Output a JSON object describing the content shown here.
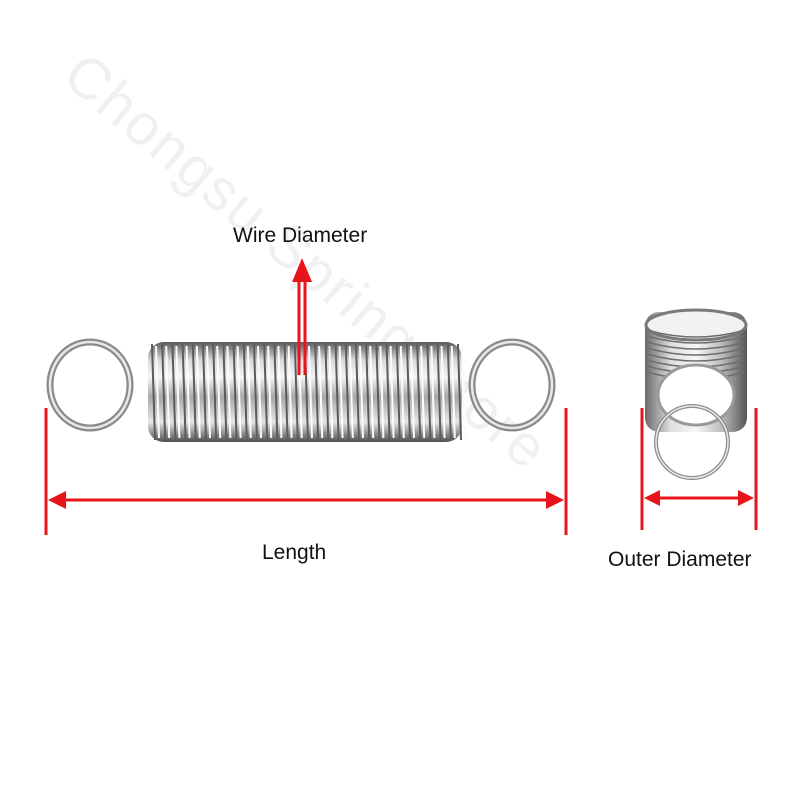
{
  "labels": {
    "wire_diameter": "Wire Diameter",
    "length": "Length",
    "outer_diameter": "Outer Diameter"
  },
  "watermark": "Chongsu Spring Store",
  "colors": {
    "dimension": "#e8141c",
    "steel_light": "#eeeeee",
    "steel_mid": "#b9b9b9",
    "steel_dark": "#5a5a5a",
    "background": "#ffffff"
  }
}
